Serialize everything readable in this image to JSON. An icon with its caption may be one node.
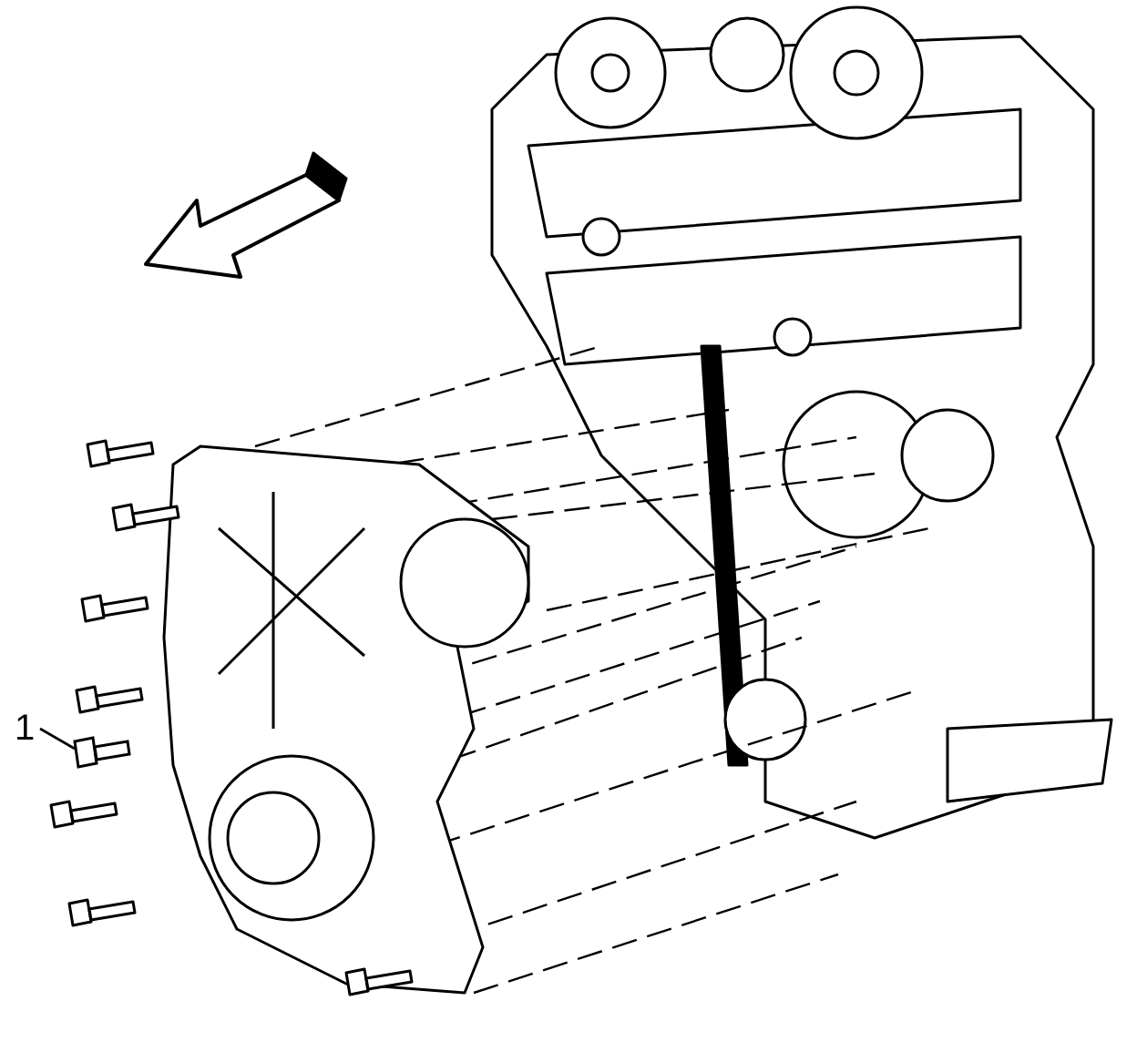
{
  "diagram": {
    "nodes": [
      {
        "text": [
          "1"
        ]
      },
      {
        "text": [],
        "shape": "picture"
      }
    ],
    "edges": [
      {
        "from": 0,
        "to": 1,
        "arrow": "none"
      }
    ]
  }
}
